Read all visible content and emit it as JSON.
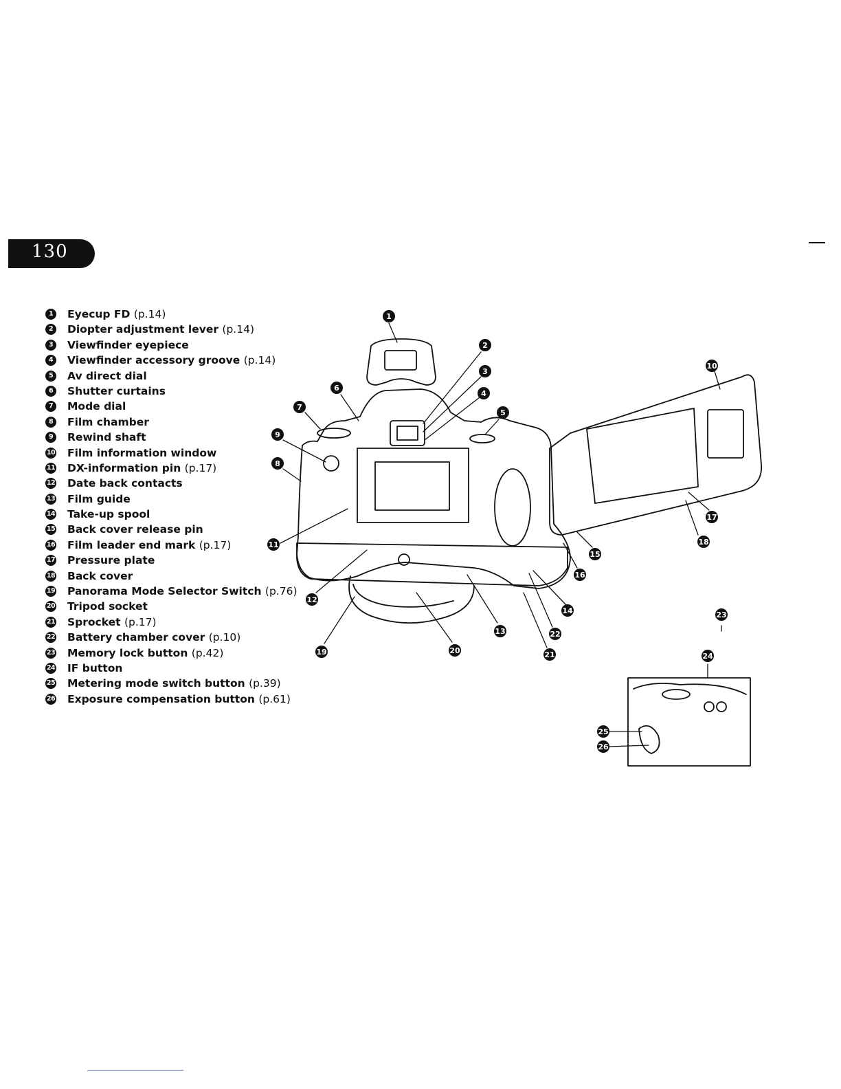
{
  "page": {
    "number": "130"
  },
  "legend": [
    {
      "num": "1",
      "label": "Eyecup FD",
      "ref": "(p.14)"
    },
    {
      "num": "2",
      "label": "Diopter adjustment lever",
      "ref": "(p.14)"
    },
    {
      "num": "3",
      "label": "Viewfinder eyepiece",
      "ref": ""
    },
    {
      "num": "4",
      "label": "Viewfinder accessory groove",
      "ref": "(p.14)"
    },
    {
      "num": "5",
      "label": "Av direct dial",
      "ref": ""
    },
    {
      "num": "6",
      "label": "Shutter curtains",
      "ref": ""
    },
    {
      "num": "7",
      "label": "Mode dial",
      "ref": ""
    },
    {
      "num": "8",
      "label": "Film chamber",
      "ref": ""
    },
    {
      "num": "9",
      "label": "Rewind shaft",
      "ref": ""
    },
    {
      "num": "10",
      "label": "Film information window",
      "ref": ""
    },
    {
      "num": "11",
      "label": "DX-information pin",
      "ref": "(p.17)"
    },
    {
      "num": "12",
      "label": "Date back contacts",
      "ref": ""
    },
    {
      "num": "13",
      "label": "Film guide",
      "ref": ""
    },
    {
      "num": "14",
      "label": "Take-up spool",
      "ref": ""
    },
    {
      "num": "15",
      "label": "Back cover release pin",
      "ref": ""
    },
    {
      "num": "16",
      "label": "Film leader end mark",
      "ref": "(p.17)"
    },
    {
      "num": "17",
      "label": "Pressure plate",
      "ref": ""
    },
    {
      "num": "18",
      "label": "Back cover",
      "ref": ""
    },
    {
      "num": "19",
      "label": "Panorama Mode Selector Switch",
      "ref": "(p.76)"
    },
    {
      "num": "20",
      "label": "Tripod socket",
      "ref": ""
    },
    {
      "num": "21",
      "label": "Sprocket",
      "ref": "(p.17)"
    },
    {
      "num": "22",
      "label": "Battery chamber cover",
      "ref": "(p.10)"
    },
    {
      "num": "23",
      "label": "Memory lock button",
      "ref": "(p.42)"
    },
    {
      "num": "24",
      "label": "IF button",
      "ref": ""
    },
    {
      "num": "25",
      "label": "Metering mode switch button",
      "ref": "(p.39)"
    },
    {
      "num": "26",
      "label": "Exposure compensation button",
      "ref": "(p.61)"
    }
  ],
  "callouts": [
    "1",
    "2",
    "3",
    "4",
    "5",
    "6",
    "7",
    "8",
    "9",
    "10",
    "11",
    "12",
    "13",
    "14",
    "15",
    "16",
    "17",
    "18",
    "19",
    "20",
    "21",
    "22",
    "23",
    "24",
    "25",
    "26"
  ]
}
